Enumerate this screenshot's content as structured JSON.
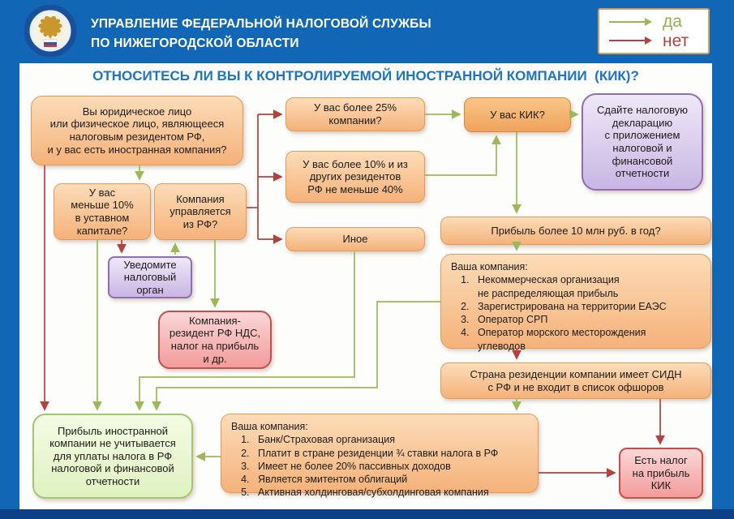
{
  "header": {
    "org_line1": "УПРАВЛЕНИЕ ФЕДЕРАЛЬНОЙ НАЛОГОВОЙ СЛУЖБЫ",
    "org_line2": "ПО НИЖЕГОРОДСКОЙ ОБЛАСТИ"
  },
  "icons": {
    "logo": "fns-emblem-icon",
    "legend_yes": "arrow-right-green-icon",
    "legend_no": "arrow-right-red-icon"
  },
  "legend": {
    "yes_label": "да",
    "no_label": "нет"
  },
  "title": "ОТНОСИТЕСЬ ЛИ ВЫ К КОНТРОЛИРУЕМОЙ ИНОСТРАННОЙ КОМПАНИИ  (КИК)?",
  "flowchart": {
    "boxes": {
      "q_main": {
        "text": "Вы юридическое лицо\nили физическое лицо, являющееся\nналоговым резидентом РФ,\nи у вас есть иностранная компания?"
      },
      "q_less10": {
        "text": "У вас\nменьше 10%\nв уставном\nкапитале?"
      },
      "q_managed": {
        "text": "Компания\nуправляется\nиз РФ?"
      },
      "notify": {
        "text": "Уведомите\nналоговый\nорган"
      },
      "resident": {
        "text": "Компания-\nрезидент РФ НДС,\nналог на прибыль\nи др."
      },
      "q_25": {
        "text": "У вас более 25%\nкомпании?"
      },
      "q_10_40": {
        "text": "У вас более 10% и из\nдругих резидентов\nРФ не меньше 40%"
      },
      "other": {
        "text": "Иное"
      },
      "q_kik": {
        "text": "У вас КИК?"
      },
      "declaration": {
        "text": "Сдайте налоговую\nдекларацию\nс приложением\nналоговой и\nфинансовой\nотчетности"
      },
      "q_profit": {
        "text": "Прибыль более 10 млн руб. в год?"
      },
      "company_exempt": {
        "title": "Ваша компания:",
        "items": [
          "Некоммерческая организация\nне распределяющая прибыль",
          "Зарегистрирована на территории ЕАЭС",
          "Оператор СРП",
          "Оператор морского месторождения\nуглеводов"
        ]
      },
      "q_sidn": {
        "text": "Страна резиденции компании имеет СИДН\nс РФ и не входит в список офшоров"
      },
      "company_active": {
        "title": "Ваша компания:",
        "items": [
          "Банк/Страховая организация",
          "Платит в стране резиденции ¾ ставки налога в РФ",
          "Имеет не более 20% пассивных доходов",
          "Является эмитентом облигаций",
          "Активная холдинговая/субхолдинговая компания"
        ]
      },
      "result_no_tax": {
        "text": "Прибыль иностранной\nкомпании не учитывается\nдля уплаты налога в РФ\nналоговой и финансовой\nотчетности"
      },
      "result_tax": {
        "text": "Есть налог\nна прибыль\nКИК"
      }
    }
  },
  "colors": {
    "frame_blue": "#1167b5",
    "footer_blue": "#0c4187",
    "title_blue": "#1b74c5",
    "yes_green": "#9aba59",
    "no_red": "#b5413f",
    "orange_border": "#de9b5d",
    "purple_border": "#8f6cb5",
    "pink_border": "#c4504e",
    "green_border": "#a3c474"
  }
}
